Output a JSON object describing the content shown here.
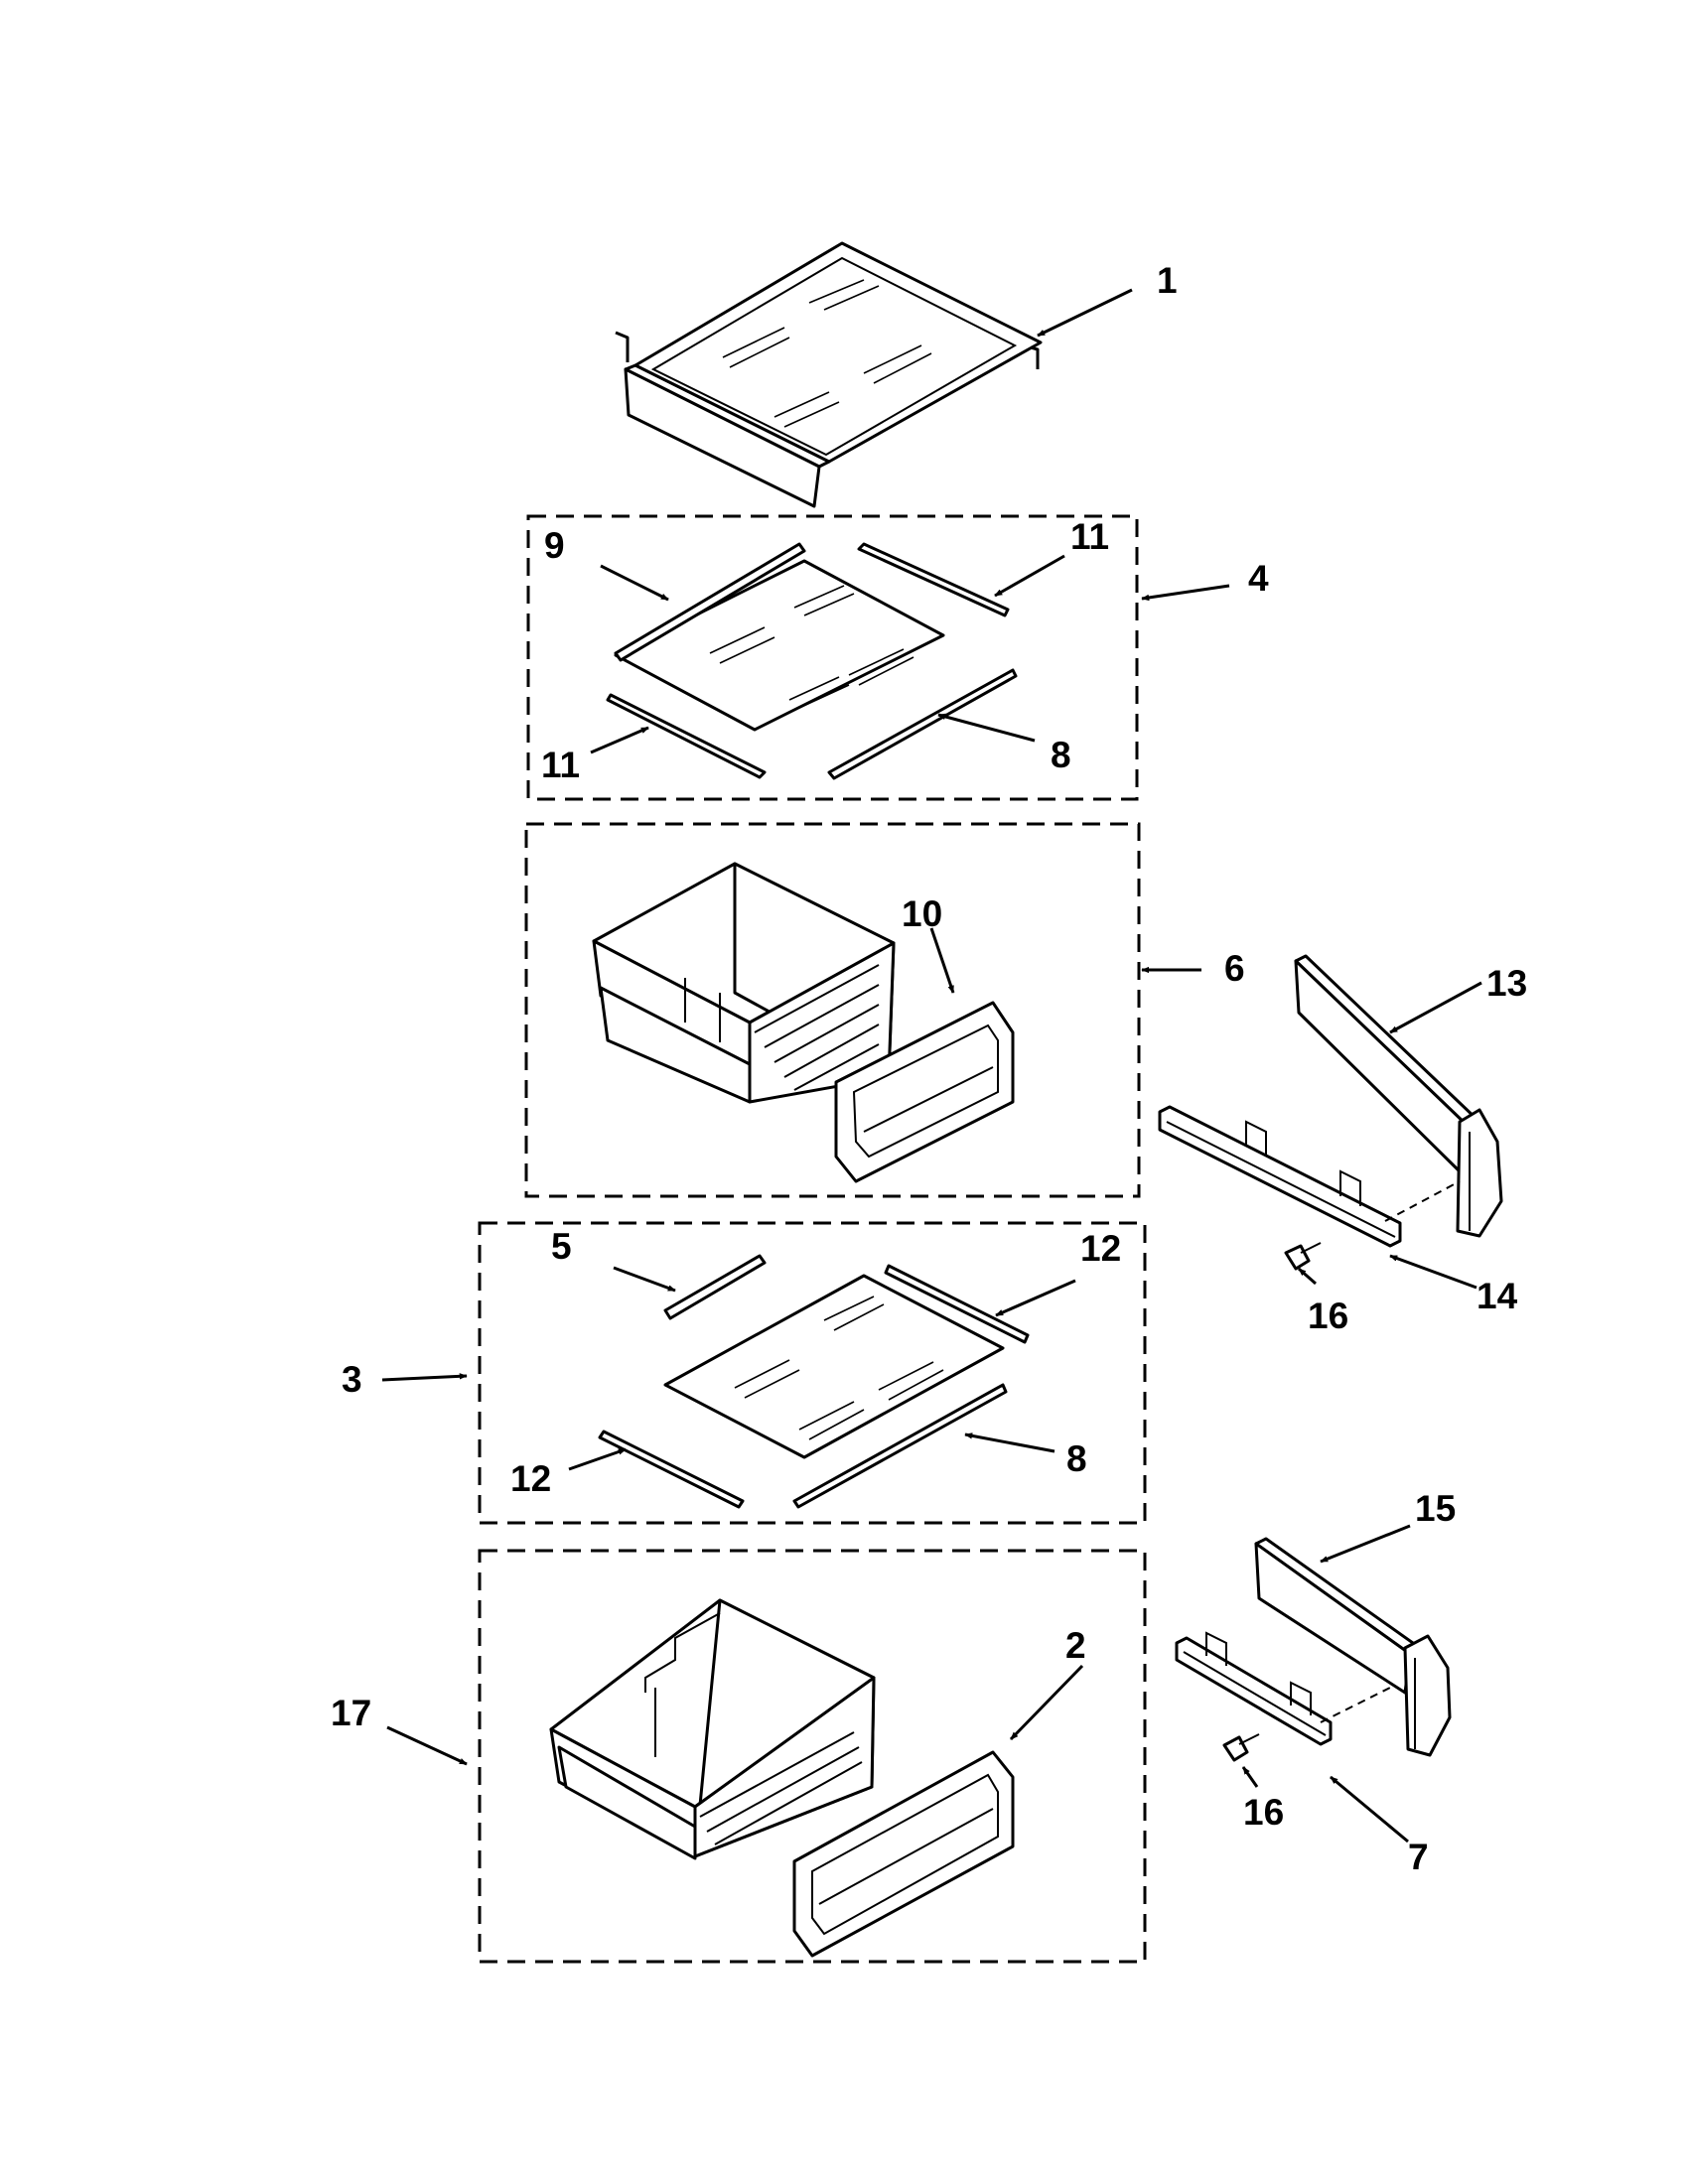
{
  "diagram": {
    "callouts": [
      "1",
      "9",
      "11",
      "4",
      "11",
      "8",
      "10",
      "6",
      "13",
      "5",
      "12",
      "3",
      "16",
      "14",
      "12",
      "8",
      "15",
      "2",
      "17",
      "16",
      "7"
    ]
  }
}
